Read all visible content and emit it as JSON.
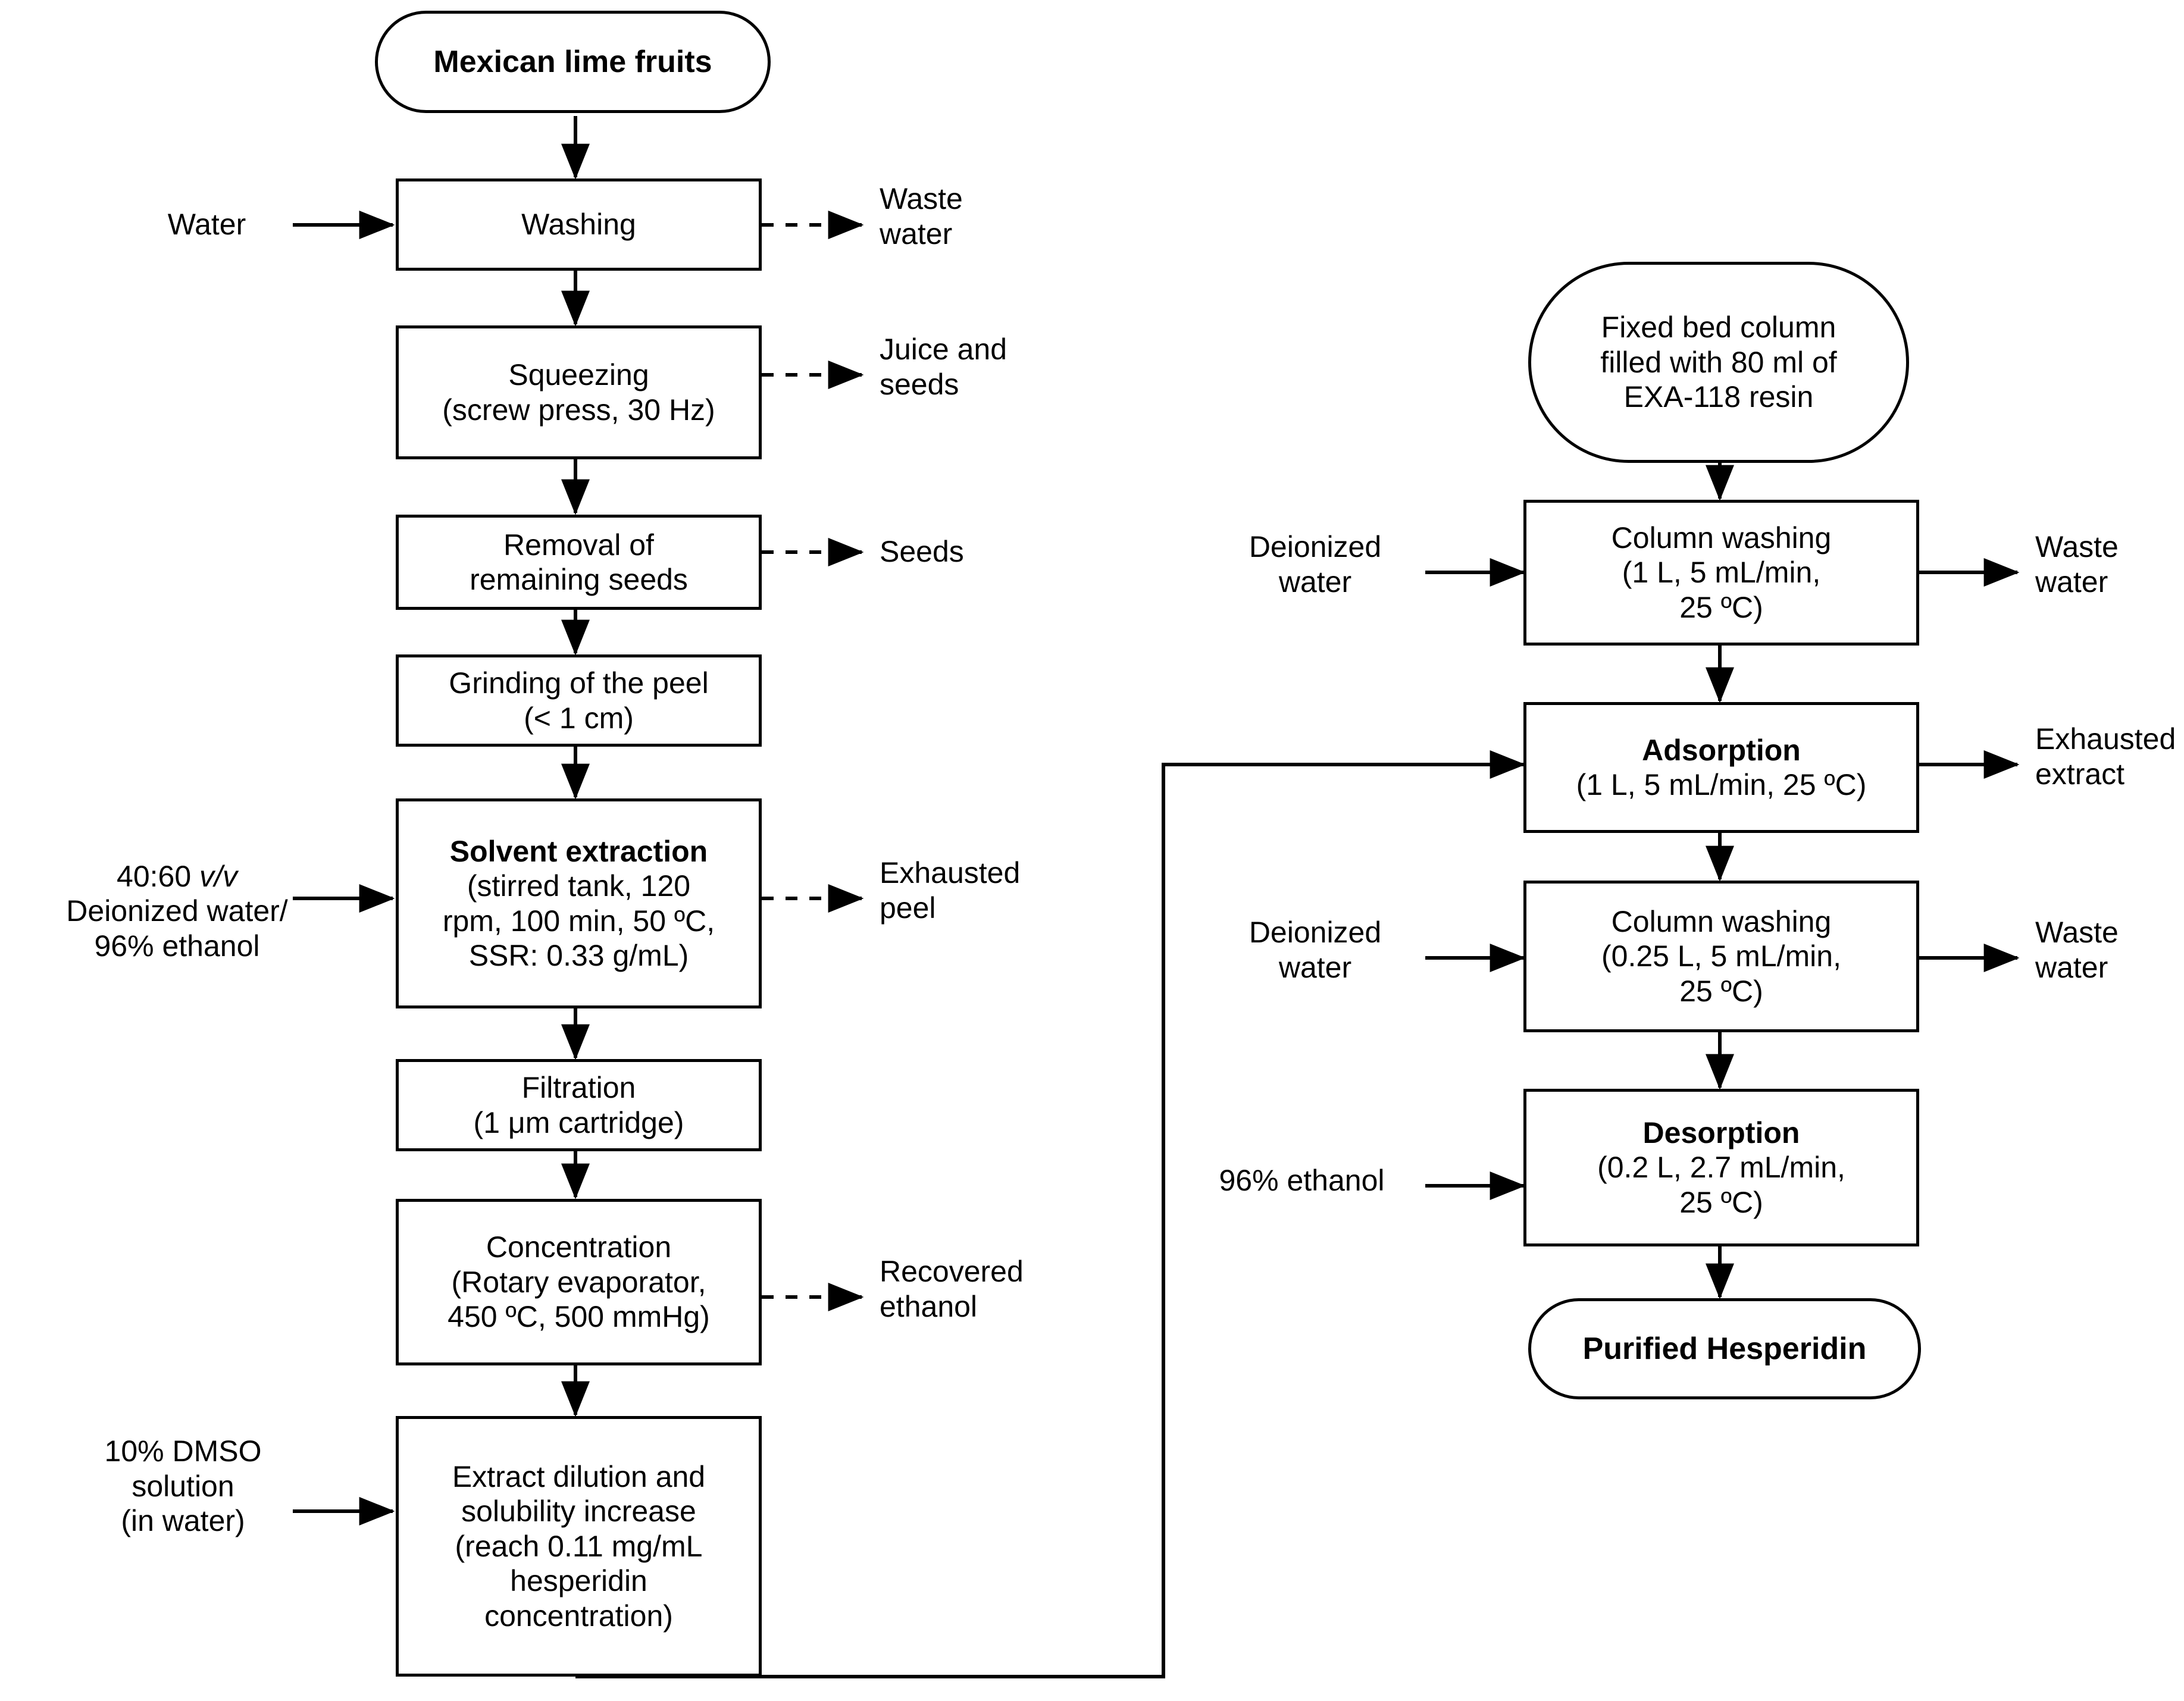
{
  "diagram": {
    "title_block": "Mexican lime fruits",
    "colors": {
      "stroke": "#000000",
      "fill": "#ffffff",
      "text": "#000000"
    }
  },
  "left_column": {
    "start": {
      "label": "Mexican lime fruits",
      "shape": "terminator",
      "bold": true
    },
    "steps": [
      {
        "id": "washing",
        "label": "Washing"
      },
      {
        "id": "squeezing",
        "label": "Squeezing\n(screw press, 30 Hz)"
      },
      {
        "id": "seed-removal",
        "label": "Removal of\nremaining seeds"
      },
      {
        "id": "grinding",
        "label": "Grinding of the peel\n(< 1 cm)"
      },
      {
        "id": "solvent-extraction",
        "title": "Solvent extraction",
        "label": "(stirred tank, 120\nrpm, 100 min, 50 ºC,\nSSR: 0.33 g/mL)",
        "bold_title": true
      },
      {
        "id": "filtration",
        "label": "Filtration\n(1 μm cartridge)"
      },
      {
        "id": "concentration",
        "label": "Concentration\n(Rotary evaporator,\n450 ºC, 500 mmHg)"
      },
      {
        "id": "extract-dilution",
        "label": "Extract dilution and\nsolubility increase\n(reach 0.11 mg/mL\nhesperidin\nconcentration)"
      }
    ],
    "inputs": [
      {
        "id": "water-in",
        "label": "Water"
      },
      {
        "id": "solvent-in",
        "label_line1": "40:60 ",
        "label_italic": "v/v",
        "label_rest": "\nDeionized water/\n96% ethanol"
      },
      {
        "id": "dmso-in",
        "label": "10% DMSO\nsolution\n(in water)"
      }
    ],
    "outputs": [
      {
        "id": "waste-water-1",
        "label": "Waste\nwater"
      },
      {
        "id": "juice-and-seeds",
        "label": "Juice and\nseeds"
      },
      {
        "id": "seeds",
        "label": "Seeds"
      },
      {
        "id": "exhausted-peel",
        "label": "Exhausted\npeel"
      },
      {
        "id": "recovered-ethanol",
        "label": "Recovered\nethanol"
      }
    ]
  },
  "right_column": {
    "start": {
      "label": "Fixed bed column\nfilled with 80 ml of\nEXA-118 resin",
      "shape": "terminator"
    },
    "steps": [
      {
        "id": "column-washing-1",
        "label": "Column washing\n(1 L, 5 mL/min,\n25 ºC)"
      },
      {
        "id": "adsorption",
        "title": "Adsorption",
        "label": "(1 L, 5 mL/min, 25 ºC)",
        "bold_title": true
      },
      {
        "id": "column-washing-2",
        "label": "Column washing\n(0.25 L, 5 mL/min,\n25 ºC)"
      },
      {
        "id": "desorption",
        "title": "Desorption",
        "label": "(0.2 L, 2.7 mL/min,\n25 ºC)",
        "bold_title": true
      }
    ],
    "end": {
      "label": "Purified Hesperidin",
      "shape": "terminator",
      "bold": true
    },
    "inputs": [
      {
        "id": "deionized-water-1",
        "label": "Deionized\nwater"
      },
      {
        "id": "deionized-water-2",
        "label": "Deionized\nwater"
      },
      {
        "id": "ethanol-in",
        "label": "96% ethanol"
      }
    ],
    "outputs": [
      {
        "id": "waste-water-2",
        "label": "Waste\nwater"
      },
      {
        "id": "exhausted-extract",
        "label": "Exhausted\nextract"
      },
      {
        "id": "waste-water-3",
        "label": "Waste\nwater"
      }
    ]
  },
  "recycle": {
    "from": "extract-dilution",
    "to": "adsorption",
    "style": "solid"
  }
}
